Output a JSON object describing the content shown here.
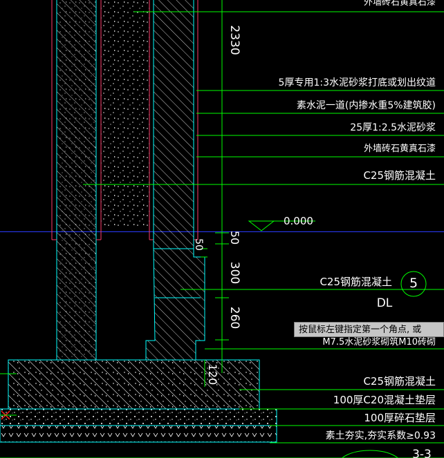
{
  "dims": {
    "top_height": "2330",
    "d50_a": "50",
    "d300": "300",
    "d260": "260",
    "d50_b": "50",
    "d120": "120"
  },
  "level": "0.000",
  "labels": {
    "top_cut": "外墙砖石黄真石漆",
    "l1": "5厚专用1:3水泥砂浆打底或划出纹道",
    "l2": "素水泥一道(内掺水重5%建筑胶)",
    "l3": "25厚1:2.5水泥砂浆",
    "l4": "外墙砖石黄真石漆",
    "l5": "C25钢筋混凝土",
    "l6": "C25钢筋混凝土",
    "l7": "M7.5水泥砂浆砌筑M10砖砌",
    "l8": "C25钢筋混凝土",
    "l9": "100厚C20混凝土垫层",
    "l10": "100厚碎石垫层",
    "l11": "素土夯实,夯实系数≥0.93"
  },
  "callout": {
    "number": "5",
    "tag": "DL"
  },
  "bottom_right": "3-3",
  "tooltip": "按鼠标左键指定第一个角点, 或",
  "colors": {
    "background": "#000000",
    "leader": "#00ff00",
    "wall_outline": "#00ffff",
    "finish_line": "#ff3b6b",
    "hatch": "#ffffff",
    "ground_line": "#2a3bff",
    "axis_marker": "#ff2020"
  }
}
